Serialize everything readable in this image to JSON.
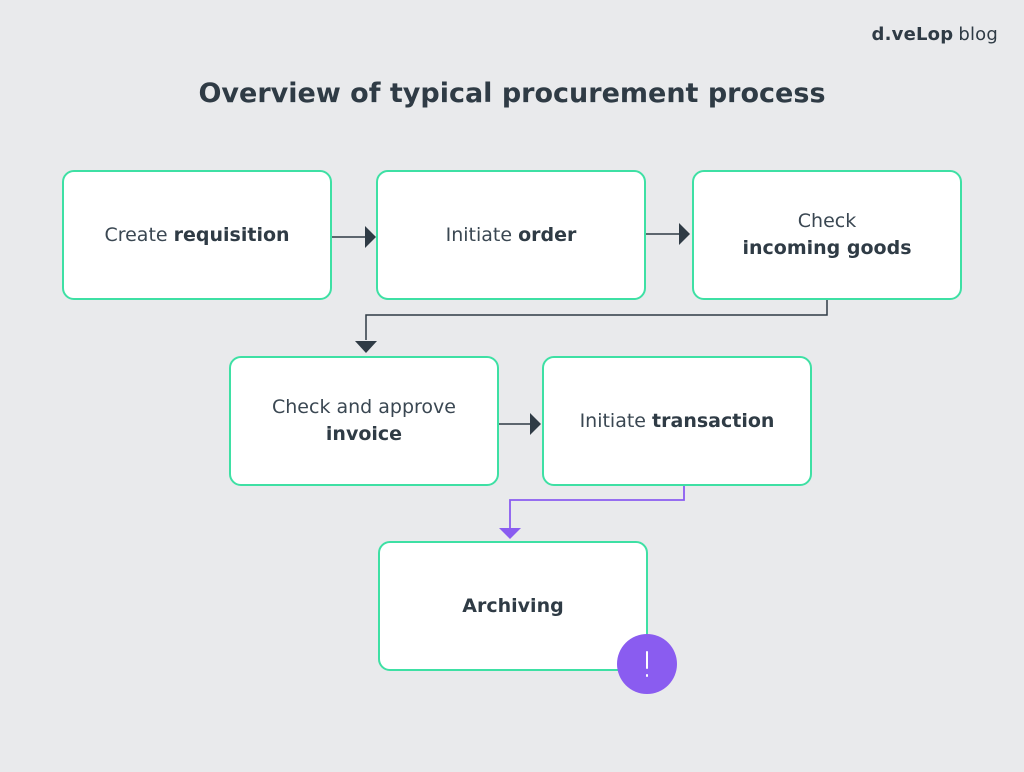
{
  "brand": {
    "logo": "d.veLop",
    "suffix": "blog"
  },
  "title": "Overview of typical procurement process",
  "steps": [
    {
      "regular": "Create",
      "bold": "requisition"
    },
    {
      "regular": "Initiate",
      "bold": "order"
    },
    {
      "regular": "Check",
      "bold": "incoming goods"
    },
    {
      "regular": "Check and approve",
      "bold": "invoice"
    },
    {
      "regular": "Initiate",
      "bold": "transaction"
    },
    {
      "regular": "",
      "bold": "Archiving"
    }
  ],
  "colors": {
    "background": "#e9eaec",
    "box_border": "#3ee0a4",
    "arrow": "#2f3b45",
    "accent_arrow": "#8a5cf0",
    "badge": "#8a5cf0"
  },
  "badge_icon": "exclamation-icon"
}
